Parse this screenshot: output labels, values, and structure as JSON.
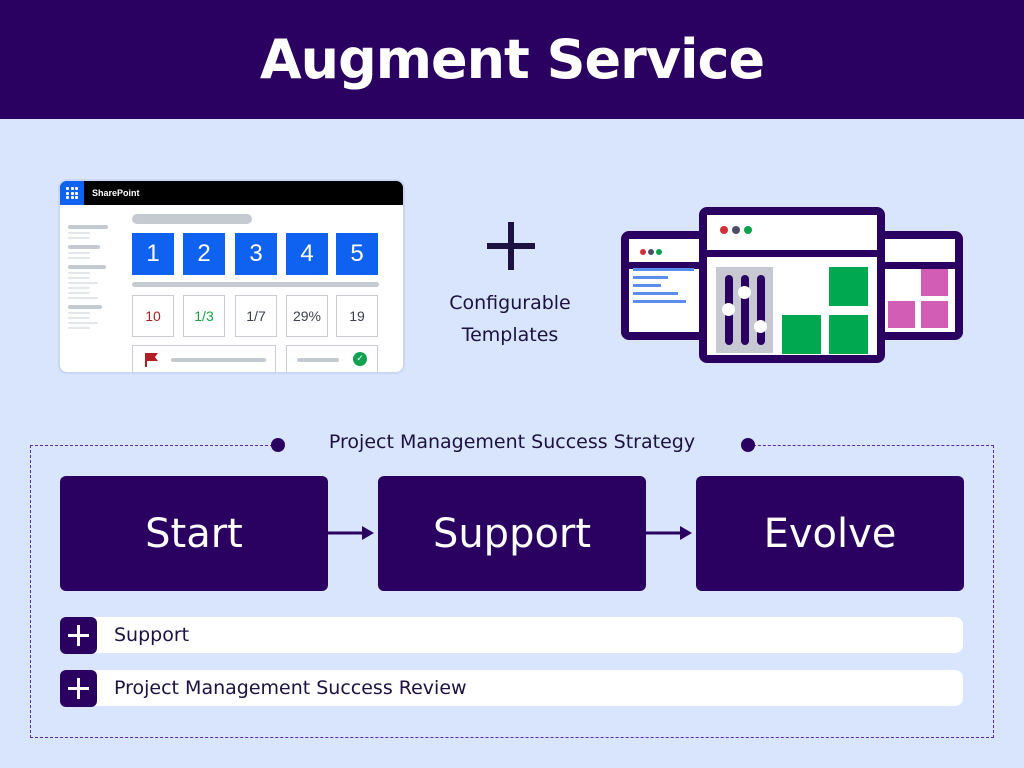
{
  "header": {
    "title": "Augment Service"
  },
  "sharepoint_mock": {
    "app_name": "SharePoint",
    "app_icon": "waffle-grid-icon",
    "steps": [
      "1",
      "2",
      "3",
      "4",
      "5"
    ],
    "stats": [
      {
        "value": "10",
        "color": "#b01e24"
      },
      {
        "value": "1/3",
        "color": "#16a34a"
      },
      {
        "value": "1/7",
        "color": "#3a3f4f"
      },
      {
        "value": "29%",
        "color": "#3a3f4f"
      },
      {
        "value": "19",
        "color": "#3a3f4f"
      }
    ],
    "card_icons": [
      "flag-icon",
      "check-circle-icon"
    ]
  },
  "configurable": {
    "symbol": "plus-icon",
    "label_line1": "Configurable",
    "label_line2": "Templates"
  },
  "templates_illustration": {
    "icon": "template-windows-icon",
    "colors": {
      "frame": "#2a0160",
      "green": "#00a84f",
      "pink": "#d25db5",
      "blue": "#5b8def",
      "gray": "#c6c8d2"
    }
  },
  "strategy": {
    "title": "Project Management Success Strategy",
    "phases": [
      "Start",
      "Support",
      "Evolve"
    ],
    "items": [
      {
        "label": "Support",
        "icon": "plus-icon"
      },
      {
        "label": "Project Management Success Review",
        "icon": "plus-icon"
      }
    ]
  },
  "colors": {
    "brand": "#2a0160",
    "background": "#d9e5fd",
    "accent_blue": "#0f62f0"
  }
}
